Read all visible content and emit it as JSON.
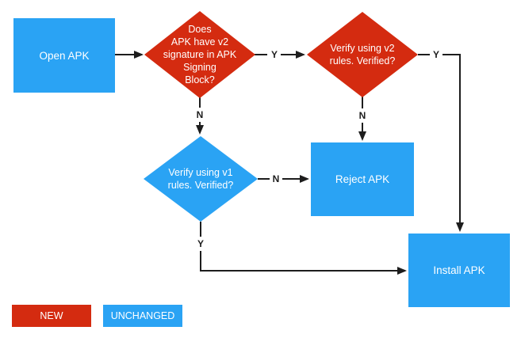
{
  "flowchart": {
    "nodes": {
      "open_apk": {
        "label": "Open APK",
        "status": "unchanged",
        "type": "process"
      },
      "has_v2": {
        "label": "Does\nAPK have v2\nsignature in APK\nSigning\nBlock?",
        "status": "new",
        "type": "decision"
      },
      "verify_v2": {
        "label": "Verify using v2\nrules. Verified?",
        "status": "new",
        "type": "decision"
      },
      "verify_v1": {
        "label": "Verify using v1\nrules. Verified?",
        "status": "unchanged",
        "type": "decision"
      },
      "reject": {
        "label": "Reject APK",
        "status": "unchanged",
        "type": "process"
      },
      "install": {
        "label": "Install APK",
        "status": "unchanged",
        "type": "process"
      }
    },
    "edge_labels": {
      "d1_yes": "Y",
      "d1_no": "N",
      "d2_yes": "Y",
      "d2_no": "N",
      "d3_yes": "Y",
      "d3_no": "N"
    },
    "legend": {
      "new": "NEW",
      "unchanged": "UNCHANGED"
    },
    "colors": {
      "new": "#d42b10",
      "unchanged": "#2aa3f4",
      "line": "#1d1d1d",
      "shape_text": "#ffffff"
    }
  }
}
